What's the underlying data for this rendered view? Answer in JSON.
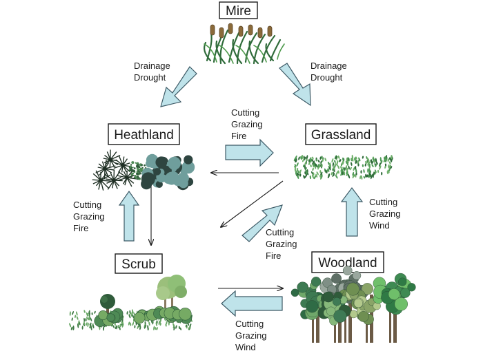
{
  "nodes": {
    "mire": "Mire",
    "heathland": "Heathland",
    "grassland": "Grassland",
    "scrub": "Scrub",
    "woodland": "Woodland"
  },
  "labels": {
    "mire_to_heath": [
      "Drainage",
      "Drought"
    ],
    "mire_to_grass": [
      "Drainage",
      "Drought"
    ],
    "heath_to_grass": [
      "Cutting",
      "Grazing",
      "Fire"
    ],
    "scrub_to_heath": [
      "Cutting",
      "Grazing",
      "Fire"
    ],
    "scrub_to_grass": [
      "Cutting",
      "Grazing",
      "Fire"
    ],
    "wood_to_grass": [
      "Cutting",
      "Grazing",
      "Wind"
    ],
    "wood_to_scrub": [
      "Cutting",
      "Grazing",
      "Wind"
    ]
  },
  "colors": {
    "arrow_fill": "#bfe3ea",
    "arrow_stroke": "#3d5a66",
    "foliage_dark": "#2f5b3a",
    "foliage_mid": "#4e8a55",
    "foliage_light": "#8fbf77",
    "trunk": "#6b5a45",
    "heather_blue": "#5f8f8f"
  }
}
